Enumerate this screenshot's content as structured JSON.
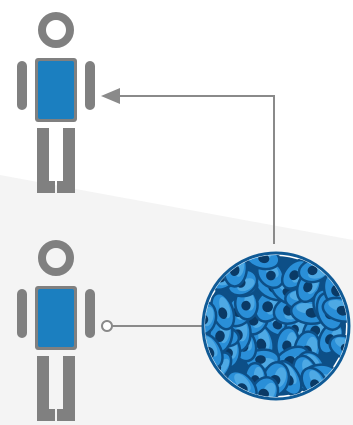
{
  "figures": [
    {
      "name": "recipient-person-icon",
      "role": "recipient"
    },
    {
      "name": "donor-person-icon",
      "role": "donor"
    }
  ],
  "connector_from_donor": {
    "name": "donor-sample-line",
    "end_marker": "circle"
  },
  "connector_to_recipient": {
    "name": "transfer-arrow",
    "end_marker": "arrowhead"
  },
  "cell_cluster": {
    "name": "cell-cluster-icon",
    "cell_count": 44
  },
  "colors": {
    "body_gray": "#808080",
    "torso_blue": "#1b7fc0",
    "line_gray": "#8a8a8a",
    "cell_fill": "#2a8fd8",
    "cell_dark": "#0d4f87",
    "cell_nucleus": "#0a3a66",
    "cell_light": "#6cc0ef",
    "circle_border": "#0f5a96",
    "background_band": "#f3f3f3"
  }
}
